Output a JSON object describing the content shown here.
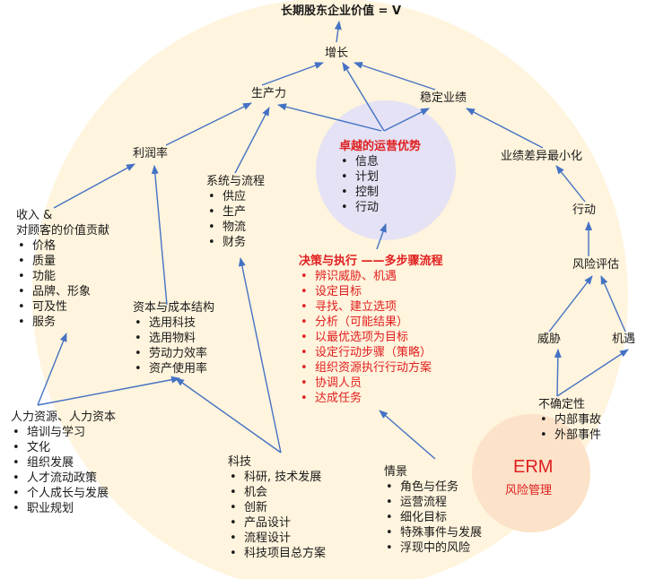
{
  "colors": {
    "background_circle": "#fff4dd",
    "highlight_circle": "#e4e2f4",
    "erm_circle": "#fbe2c8",
    "arrow": "#4472c4",
    "red_text": "#e02020"
  },
  "nodes": {
    "top": "长期股东企业价值 = V",
    "growth": "增长",
    "productivity": "生产力",
    "stable": "稳定业绩",
    "profit": "利润率",
    "excellence": {
      "title": "卓越的运营优势",
      "items": [
        "信息",
        "计划",
        "控制",
        "行动"
      ]
    },
    "variance": "业绩差异最小化",
    "systems": {
      "title": "系统与流程",
      "items": [
        "供应",
        "生产",
        "物流",
        "财务"
      ]
    },
    "revenue": {
      "title_line1": "收入 &",
      "title_line2": "对顾客的价值贡献",
      "items": [
        "价格",
        "质量",
        "功能",
        "品牌、形象",
        "可及性",
        "服务"
      ]
    },
    "decision": {
      "title": "决策与执行 ——多步骤流程",
      "items": [
        "辨识威胁、机遇",
        "设定目标",
        "寻找、建立选项",
        "分析（可能结果）",
        "以最优选项为目标",
        "设定行动步骤（策略）",
        "组织资源执行行动方案",
        "协调人员",
        "达成任务"
      ]
    },
    "action": "行动",
    "risk_eval": "风险评估",
    "threat": "威胁",
    "opportunity": "机遇",
    "capital": {
      "title": "资本与成本结构",
      "items": [
        "选用科技",
        "选用物料",
        "劳动力效率",
        "资产使用率"
      ]
    },
    "uncertainty": {
      "title": "不确定性",
      "items": [
        "内部事故",
        "外部事件"
      ]
    },
    "hr": {
      "title": "人力资源、人力资本",
      "items": [
        "培训与学习",
        "文化",
        "组织发展",
        "人才流动政策",
        "个人成长与发展",
        "职业规划"
      ]
    },
    "tech": {
      "title": "科技",
      "items": [
        "科研, 技术发展",
        "机会",
        "创新",
        "产品设计",
        "流程设计",
        "科技项目总方案"
      ]
    },
    "scenario": {
      "title": "情景",
      "items": [
        "角色与任务",
        "运营流程",
        "细化目标",
        "特殊事件与发展",
        "浮现中的风险"
      ]
    },
    "erm": {
      "main": "ERM",
      "sub": "风险管理"
    }
  }
}
